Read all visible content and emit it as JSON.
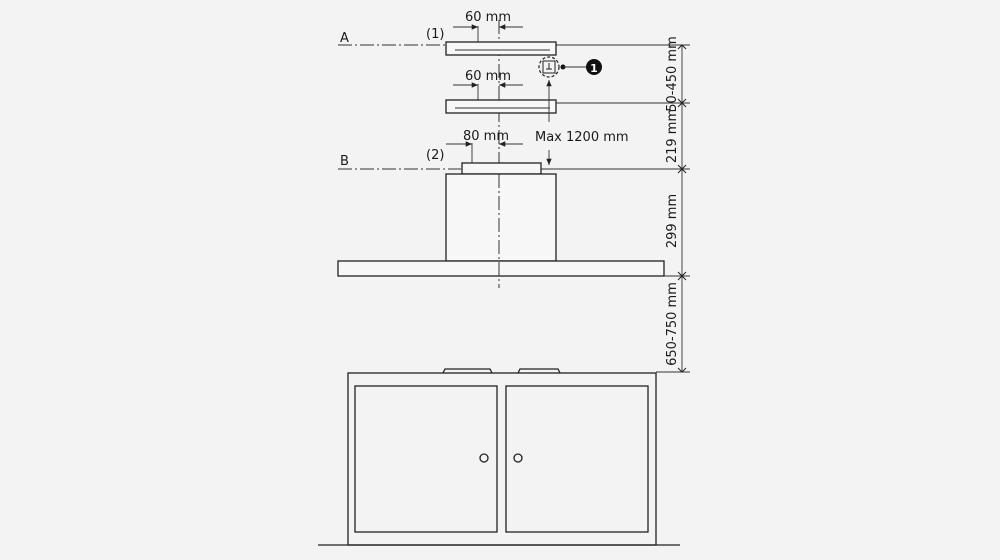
{
  "labels": {
    "line_a": "A",
    "line_b": "B",
    "part_1": "(1)",
    "part_2": "(2)",
    "callout_1": "1"
  },
  "dimensions": {
    "bracket_top_offset": "60 mm",
    "bracket_lower_offset": "60 mm",
    "plate_offset": "80 mm",
    "max_socket_distance": "Max 1200 mm",
    "adjust_range": "50-450 mm",
    "bracket_to_b": "219 mm",
    "chimney_height": "299 mm",
    "hood_to_hob": "650-750 mm"
  },
  "icons": {
    "socket": "power-socket-icon"
  }
}
